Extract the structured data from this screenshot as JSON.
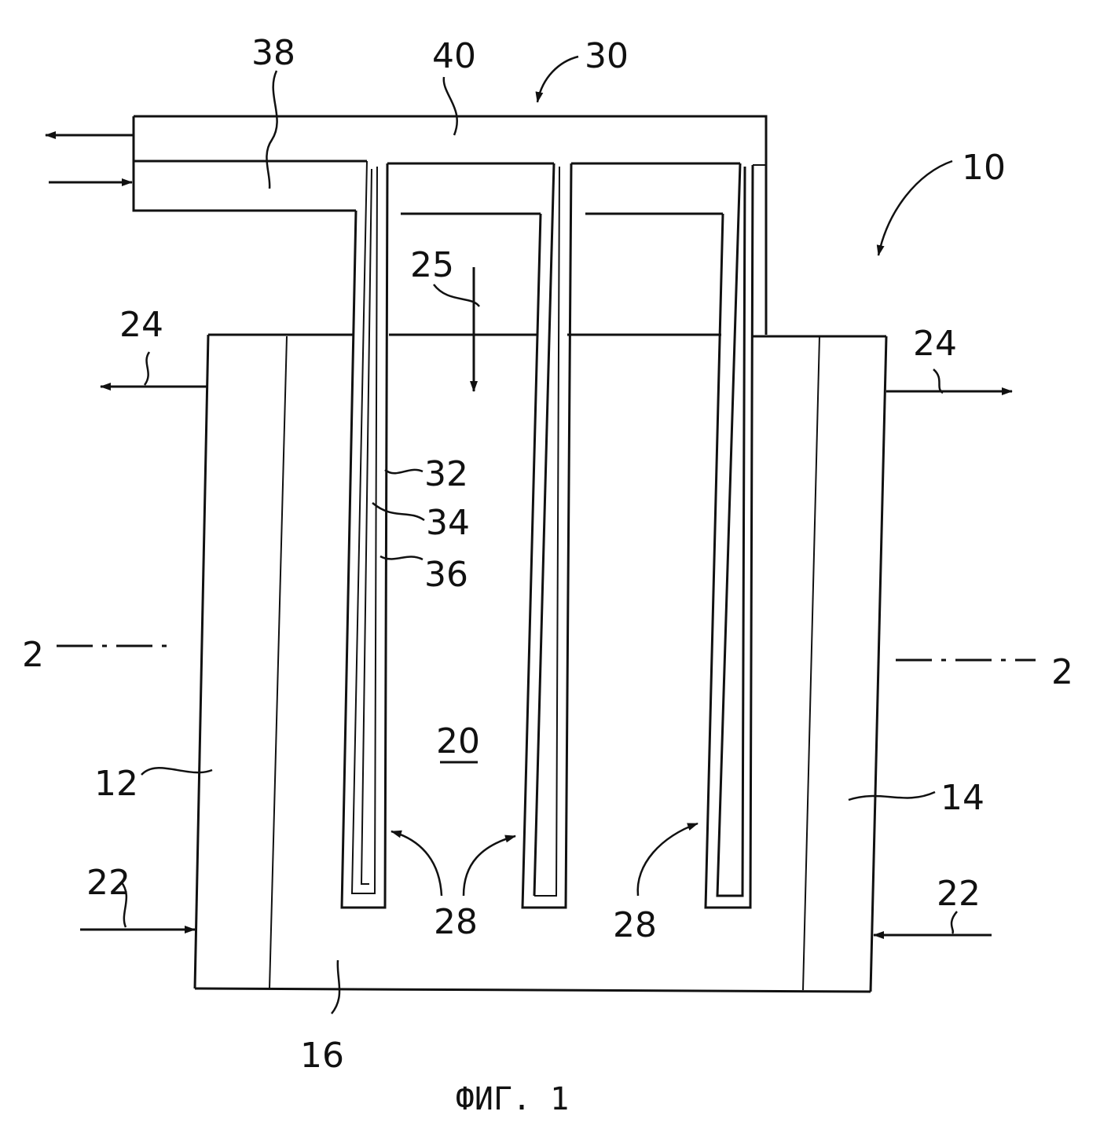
{
  "figure": {
    "caption": "ФИГ. 1",
    "labels": {
      "l10": "10",
      "l12": "12",
      "l14": "14",
      "l16": "16",
      "l20": "20",
      "l22_left": "22",
      "l22_right": "22",
      "l24_left": "24",
      "l24_right": "24",
      "l25": "25",
      "l28_a": "28",
      "l28_b": "28",
      "l30": "30",
      "l32": "32",
      "l34": "34",
      "l36": "36",
      "l38": "38",
      "l40": "40",
      "l2_left": "2",
      "l2_right": "2"
    }
  }
}
